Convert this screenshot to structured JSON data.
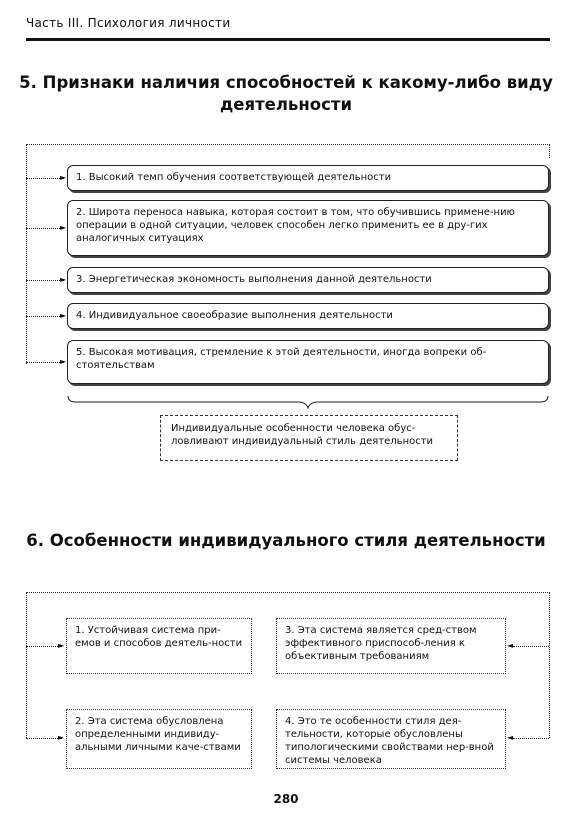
{
  "running_head": "Часть III. Психология личности",
  "section5": {
    "title_line1": "5. Признаки наличия способностей к какому-либо виду",
    "title_line2": "деятельности",
    "items": [
      "1. Высокий темп обучения соответствующей деятельности",
      "2. Широта переноса навыка, которая состоит в том, что обучившись примене-нию операции в одной ситуации, человек способен легко применить ее в дру-гих аналогичных ситуациях",
      "3. Энергетическая экономность выполнения данной деятельности",
      "4. Индивидуальное своеобразие выполнения деятельности",
      "5. Высокая мотивация, стремление к этой деятельности, иногда вопреки об-стоятельствам"
    ],
    "summary": "Индивидуальные особенности человека обус-ловливают индивидуальный стиль деятельности"
  },
  "section6": {
    "title": "6. Особенности индивидуального стиля деятельности",
    "items": [
      "1. Устойчивая система при-емов и способов деятель-ности",
      "2. Эта система обусловлена определенными индивиду-альными личными каче-ствами",
      "3. Эта система является сред-ством эффективного приспособ-ления к объективным требованиям",
      "4. Это те особенности стиля дея-тельности, которые обусловлены типологическими свойствами нер-вной системы человека"
    ]
  },
  "page_number": "280"
}
